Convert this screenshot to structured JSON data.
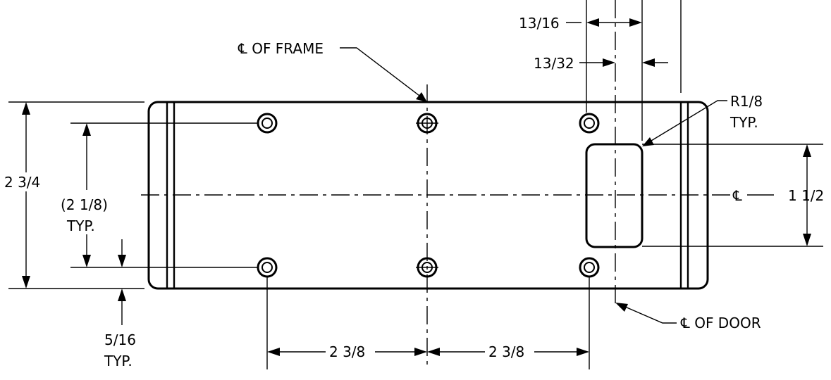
{
  "labels": {
    "frame_centerline": "℄ OF FRAME",
    "door_centerline": "℄ OF DOOR",
    "centerline_symbol": "℄",
    "dim_13_16": "13/16",
    "dim_13_32": "13/32",
    "radius": "R1/8",
    "radius_typ": "TYP.",
    "overall_height": "2 3/4",
    "hole_spacing_vertical": "(2 1/8)",
    "hole_spacing_vertical_typ": "TYP.",
    "cutout_height": "1 1/2",
    "edge_offset": "5/16",
    "edge_offset_typ": "TYP.",
    "hole_spacing_left": "2 3/8",
    "hole_spacing_right": "2 3/8"
  }
}
